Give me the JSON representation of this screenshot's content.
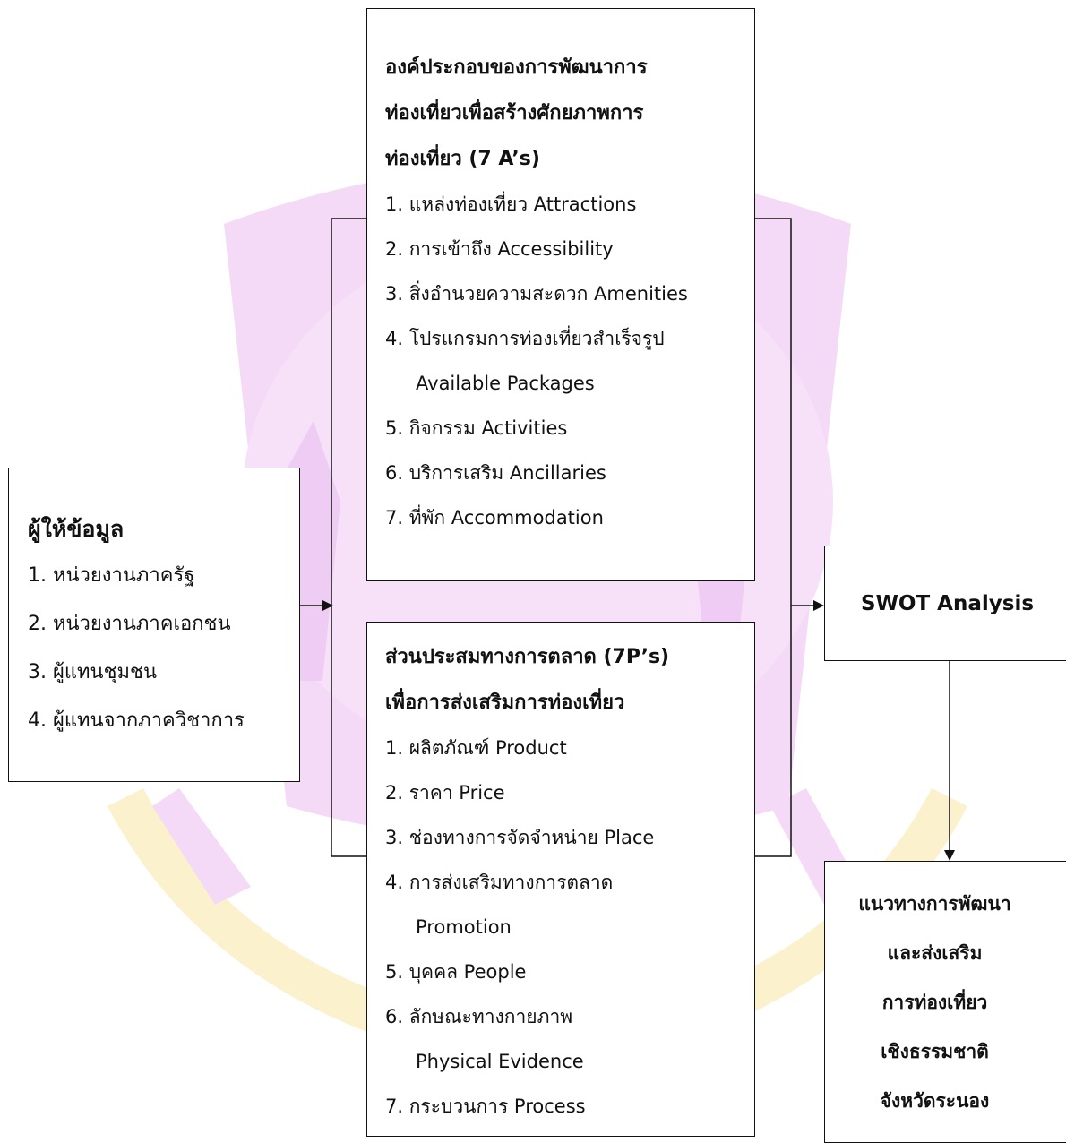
{
  "components_box": {
    "title_lines": [
      "องค์ประกอบของการพัฒนาการ",
      "ท่องเที่ยวเพื่อสร้างศักยภาพการ",
      "ท่องเที่ยว (7 A’s)"
    ],
    "items": [
      "1. แหล่งท่องเที่ยว Attractions",
      "2. การเข้าถึง Accessibility",
      "3. สิ่งอำนวยความสะดวก Amenities",
      "4. โปรแกรมการท่องเที่ยวสำเร็จรูป",
      "Available Packages",
      "5. กิจกรรม Activities",
      "6. บริการเสริม Ancillaries",
      "7. ที่พัก Accommodation"
    ]
  },
  "marketing_box": {
    "title_lines": [
      "ส่วนประสมทางการตลาด (7P’s)",
      "เพื่อการส่งเสริมการท่องเที่ยว"
    ],
    "items": [
      "1. ผลิตภัณฑ์ Product",
      "2. ราคา Price",
      "3. ช่องทางการจัดจำหน่าย Place",
      "4. การส่งเสริมทางการตลาด",
      "Promotion",
      "5. บุคคล People",
      "6. ลักษณะทางกายภาพ",
      "Physical Evidence",
      "7. กระบวนการ Process"
    ]
  },
  "informants_box": {
    "title": "ผู้ให้ข้อมูล",
    "items": [
      "1. หน่วยงานภาครัฐ",
      "2. หน่วยงานภาคเอกชน",
      "3. ผู้แทนชุมชน",
      "4. ผู้แทนจากภาควิชาการ"
    ]
  },
  "swot_box": {
    "title": "SWOT Analysis"
  },
  "guideline_box": {
    "title_lines": [
      "แนวทางการพัฒนา",
      "และส่งเสริม",
      "การท่องเที่ยว",
      "เชิงธรรมชาติ",
      "จังหวัดระนอง"
    ]
  },
  "colors": {
    "watermark_pink": "#f3d6f6",
    "watermark_yellow": "#fbf0c8",
    "line": "#111111"
  }
}
